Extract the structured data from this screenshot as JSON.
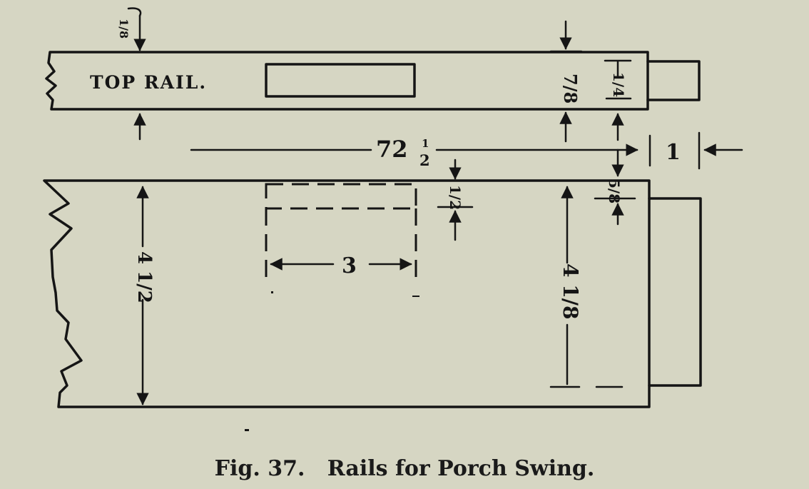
{
  "labels": {
    "top_rail": "TOP RAIL.",
    "caption": "Fig. 37.   Rails for Porch Swing."
  },
  "dimensions": {
    "overall_length": "72",
    "overall_length_fraction_num": "1",
    "overall_length_fraction_den": "2",
    "tenon_length": "1",
    "mortise_length": "3",
    "top_rail_thickness": "7/8",
    "top_tenon": "1/4",
    "shoulder_gap": "5/8",
    "mortise_depth": "1/2",
    "bottom_rail_width_left": "4 1/2",
    "bottom_rail_width_right": "4 1/8",
    "top_corner_mark": "1/8"
  },
  "colors": {
    "paper": "#d6d6c3",
    "ink": "#151515"
  }
}
